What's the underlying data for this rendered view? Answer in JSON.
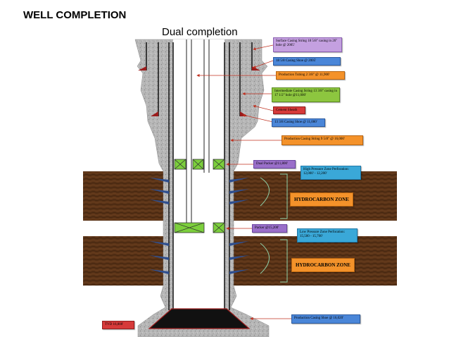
{
  "page_title": "WELL COMPLETION",
  "diagram_title": "Dual completion",
  "callouts": {
    "surface_casing": "Surface Casing String 18 5/8\" casing in 26\" hole @ 2005'",
    "shoe_18": "18 5/8 Casing Shoe @ 2005'",
    "production_tubing": "Production Tubing 2 3/8\" @ 11,900'",
    "intermediate_casing": "Intermediate Casing String 13 3/8\" casing in 17 1/2\" hole @11,000'",
    "cement_sheath": "Cement Sheath",
    "shoe_13": "13 3/8 Casing Shoe @ 11,000'",
    "production_casing": "Production Casing String 9 5/8\" @ 16,000'",
    "dual_packer": "Dual Packer @11,800'",
    "high_pressure": "High Pressure Zone Perforation: 12,000' - 12,200'",
    "packer_15": "Packer @15,200'",
    "low_pressure": "Low Pressure Zone Perforation: 15,500 - 15,700'",
    "shoe_9": "Production Casing Shoe @ 16,020'",
    "tvd": "TVD 16,000'"
  },
  "zones": {
    "upper": "HYDROCARBON ZONE",
    "lower": "HYDROCARBON ZONE"
  },
  "colors": {
    "cement": "#b7b7b7",
    "formation": "#5a3317",
    "packer": "#7ccf3c",
    "perforation": "#2f4f8f",
    "zone_label": "#f4922a",
    "arrow": "#c0301f",
    "bracket": "#8fd0a8"
  }
}
